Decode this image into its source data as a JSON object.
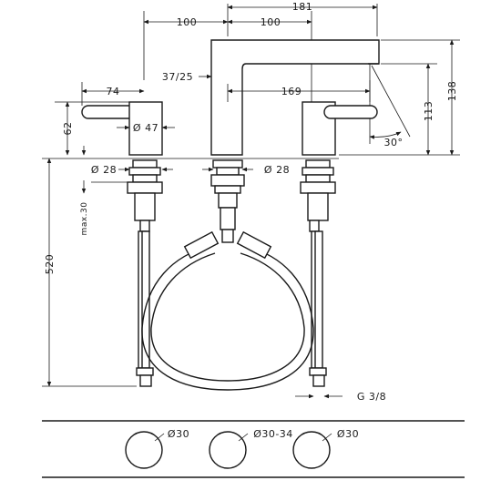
{
  "dimensions": {
    "handle_spacing_left": "100",
    "handle_spacing_right": "100",
    "spout_length": "181",
    "spout_height_ratio": "37/25",
    "handle_reach": "74",
    "handle_dia": "Ø 47",
    "handle_height": "62",
    "reach_inner": "169",
    "height_to_outlet": "113",
    "total_height": "138",
    "outlet_angle": "30°",
    "shank_dia_left": "Ø 28",
    "shank_dia_center": "Ø 28",
    "max_deck_thickness": "max.30",
    "shank_length": "520",
    "connection_thread": "G 3/8",
    "hole_left": "Ø30",
    "hole_center": "Ø30-34",
    "hole_right": "Ø30"
  },
  "colors": {
    "line": "#1a1a1a",
    "background": "#ffffff"
  }
}
